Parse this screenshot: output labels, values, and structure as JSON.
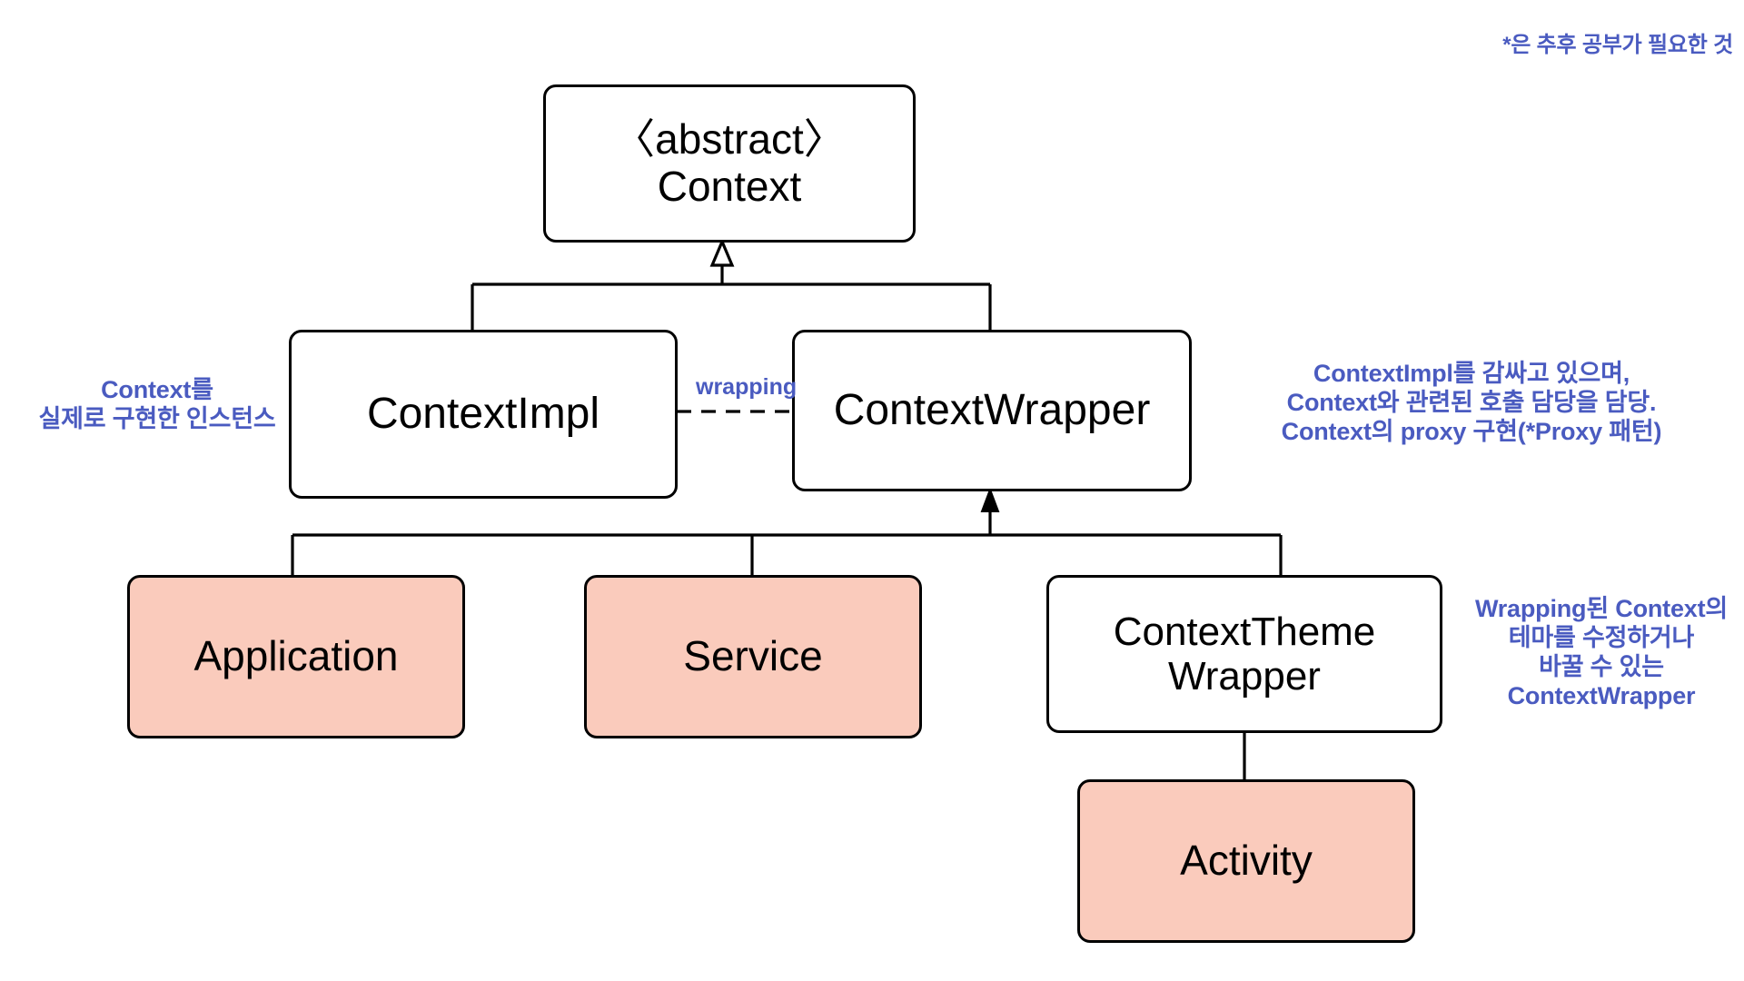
{
  "diagram": {
    "title": "Android Context class hierarchy",
    "background_color": "#FFFFFF",
    "node_border_color": "#000000",
    "node_fill_white": "#FFFFFF",
    "node_fill_pink": "#FACBBC",
    "note_color": "#4A5BC0",
    "legend": {
      "text": "*은 추후 공부가 필요한 것"
    },
    "nodes": [
      {
        "id": "context",
        "label": "〈abstract〉\nContext",
        "fill": "white"
      },
      {
        "id": "context-impl",
        "label": "ContextImpl",
        "fill": "white"
      },
      {
        "id": "context-wrapper",
        "label": "ContextWrapper",
        "fill": "white"
      },
      {
        "id": "application",
        "label": "Application",
        "fill": "pink"
      },
      {
        "id": "service",
        "label": "Service",
        "fill": "pink"
      },
      {
        "id": "context-theme-wrapper",
        "label": "ContextTheme\nWrapper",
        "fill": "white"
      },
      {
        "id": "activity",
        "label": "Activity",
        "fill": "pink"
      }
    ],
    "edge_labels": [
      {
        "id": "wrapping",
        "text": "wrapping"
      }
    ],
    "notes": [
      {
        "id": "note-context-impl",
        "text": "Context를\n실제로 구현한 인스턴스"
      },
      {
        "id": "note-context-wrapper",
        "text": "ContextImpl를 감싸고 있으며,\nContext와 관련된 호출 담당을 담당.\nContext의 proxy 구현(*Proxy 패턴)"
      },
      {
        "id": "note-context-theme-wrapper",
        "text": "Wrapping된 Context의\n테마를 수정하거나\n바꿀 수 있는\nContextWrapper"
      }
    ]
  }
}
